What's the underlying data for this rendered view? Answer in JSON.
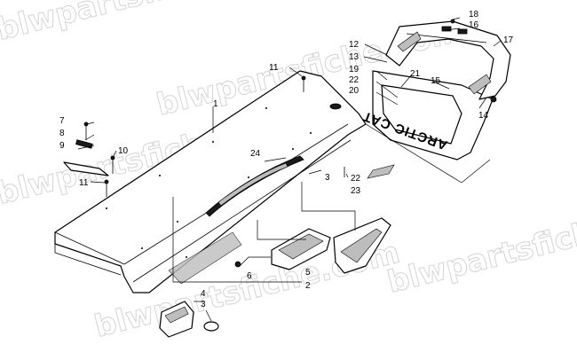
{
  "watermark": "blwpartsfiche.com",
  "decal_text": "ARCTIC CAT",
  "callouts": [
    {
      "id": "c1",
      "number": "1"
    },
    {
      "id": "c2",
      "number": "2"
    },
    {
      "id": "c3a",
      "number": "3"
    },
    {
      "id": "c3b",
      "number": "3"
    },
    {
      "id": "c4",
      "number": "4"
    },
    {
      "id": "c5",
      "number": "5"
    },
    {
      "id": "c6",
      "number": "6"
    },
    {
      "id": "c7",
      "number": "7"
    },
    {
      "id": "c8",
      "number": "8"
    },
    {
      "id": "c9",
      "number": "9"
    },
    {
      "id": "c10",
      "number": "10"
    },
    {
      "id": "c11a",
      "number": "11"
    },
    {
      "id": "c11b",
      "number": "11"
    },
    {
      "id": "c12",
      "number": "12"
    },
    {
      "id": "c13",
      "number": "13"
    },
    {
      "id": "c14",
      "number": "14"
    },
    {
      "id": "c15",
      "number": "15"
    },
    {
      "id": "c16",
      "number": "16"
    },
    {
      "id": "c17",
      "number": "17"
    },
    {
      "id": "c18",
      "number": "18"
    },
    {
      "id": "c19",
      "number": "19"
    },
    {
      "id": "c20",
      "number": "20"
    },
    {
      "id": "c21",
      "number": "21"
    },
    {
      "id": "c22a",
      "number": "22"
    },
    {
      "id": "c22b",
      "number": "22"
    },
    {
      "id": "c23",
      "number": "23"
    },
    {
      "id": "c24",
      "number": "24"
    }
  ]
}
